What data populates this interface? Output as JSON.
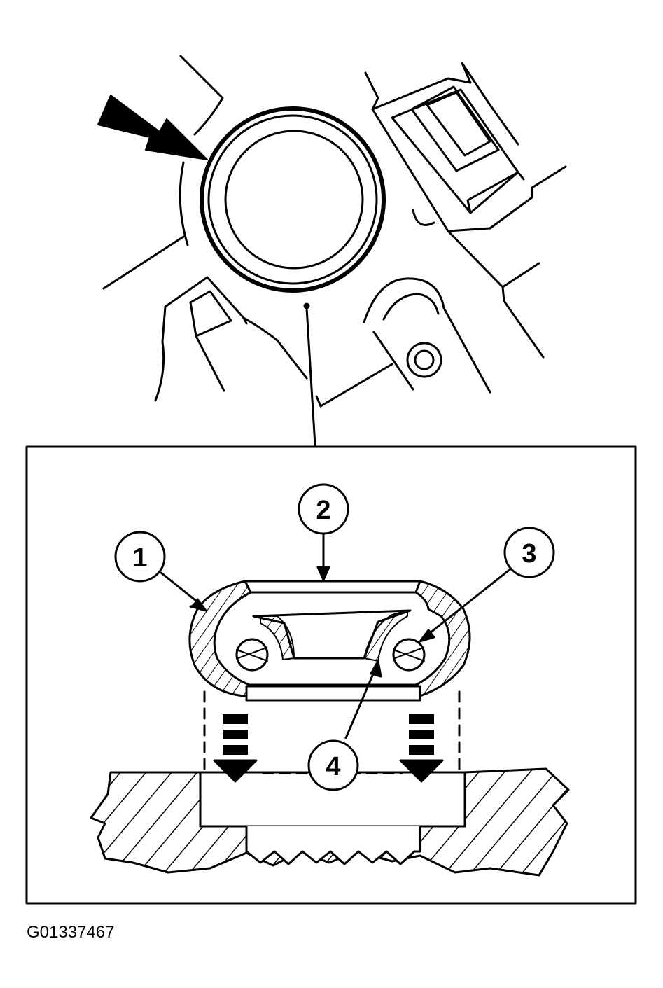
{
  "figure": {
    "id_label": "G01337467"
  },
  "callouts": [
    {
      "number": "1"
    },
    {
      "number": "2"
    },
    {
      "number": "3"
    },
    {
      "number": "4"
    }
  ],
  "colors": {
    "ink": "#000000",
    "paper": "#ffffff"
  }
}
